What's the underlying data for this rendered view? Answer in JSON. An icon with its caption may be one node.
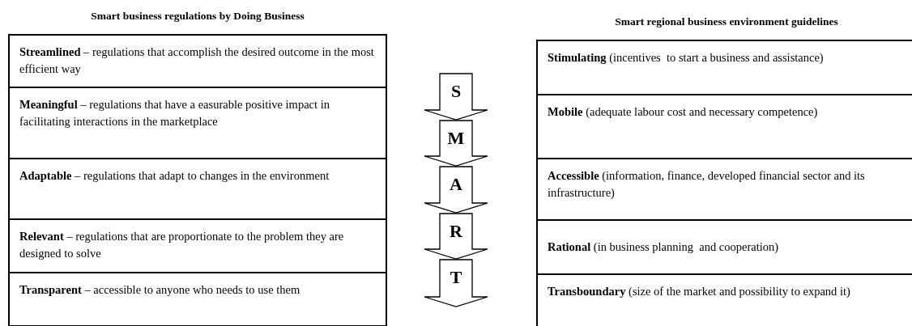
{
  "diagram": {
    "nodes": [
      {
        "text": [
          "Smart business regulations by Doing Business"
        ]
      },
      {
        "text": [
          "**Streamlined** – regulations that accomplish the desired outcome in the most efficient way"
        ],
        "in": 0
      },
      {
        "text": [
          "**Meaningful** – regulations that have a easurable positive impact in facilitating interactions in the marketplace"
        ],
        "in": 0
      },
      {
        "text": [
          "**Adaptable** – regulations that adapt to changes in the environment"
        ],
        "in": 0
      },
      {
        "text": [
          "**Relevant** – regulations that are proportionate to the problem they are designed to solve"
        ],
        "in": 0
      },
      {
        "text": [
          "**Transparent** – accessible to anyone who needs to use them"
        ],
        "in": 0
      },
      {
        "text": [
          "S"
        ]
      },
      {
        "text": [
          "M"
        ]
      },
      {
        "text": [
          "A"
        ]
      },
      {
        "text": [
          "R"
        ]
      },
      {
        "text": [
          "T"
        ]
      },
      {
        "text": [
          "Smart regional business environment guidelines"
        ]
      },
      {
        "text": [
          "**Stimulating** (incentives  to start a business and assistance)"
        ],
        "in": 11
      },
      {
        "text": [
          "**Mobile** (adequate labour cost and necessary competence)"
        ],
        "in": 11
      },
      {
        "text": [
          "**Accessible** (information, finance, developed financial sector and its infrastructure)"
        ],
        "in": 11
      },
      {
        "text": [
          "**Rational** (in business planning  and cooperation)"
        ],
        "in": 11
      },
      {
        "text": [
          "**Transboundary** (size of the market and possibility to expand it)"
        ],
        "in": 11
      }
    ]
  }
}
